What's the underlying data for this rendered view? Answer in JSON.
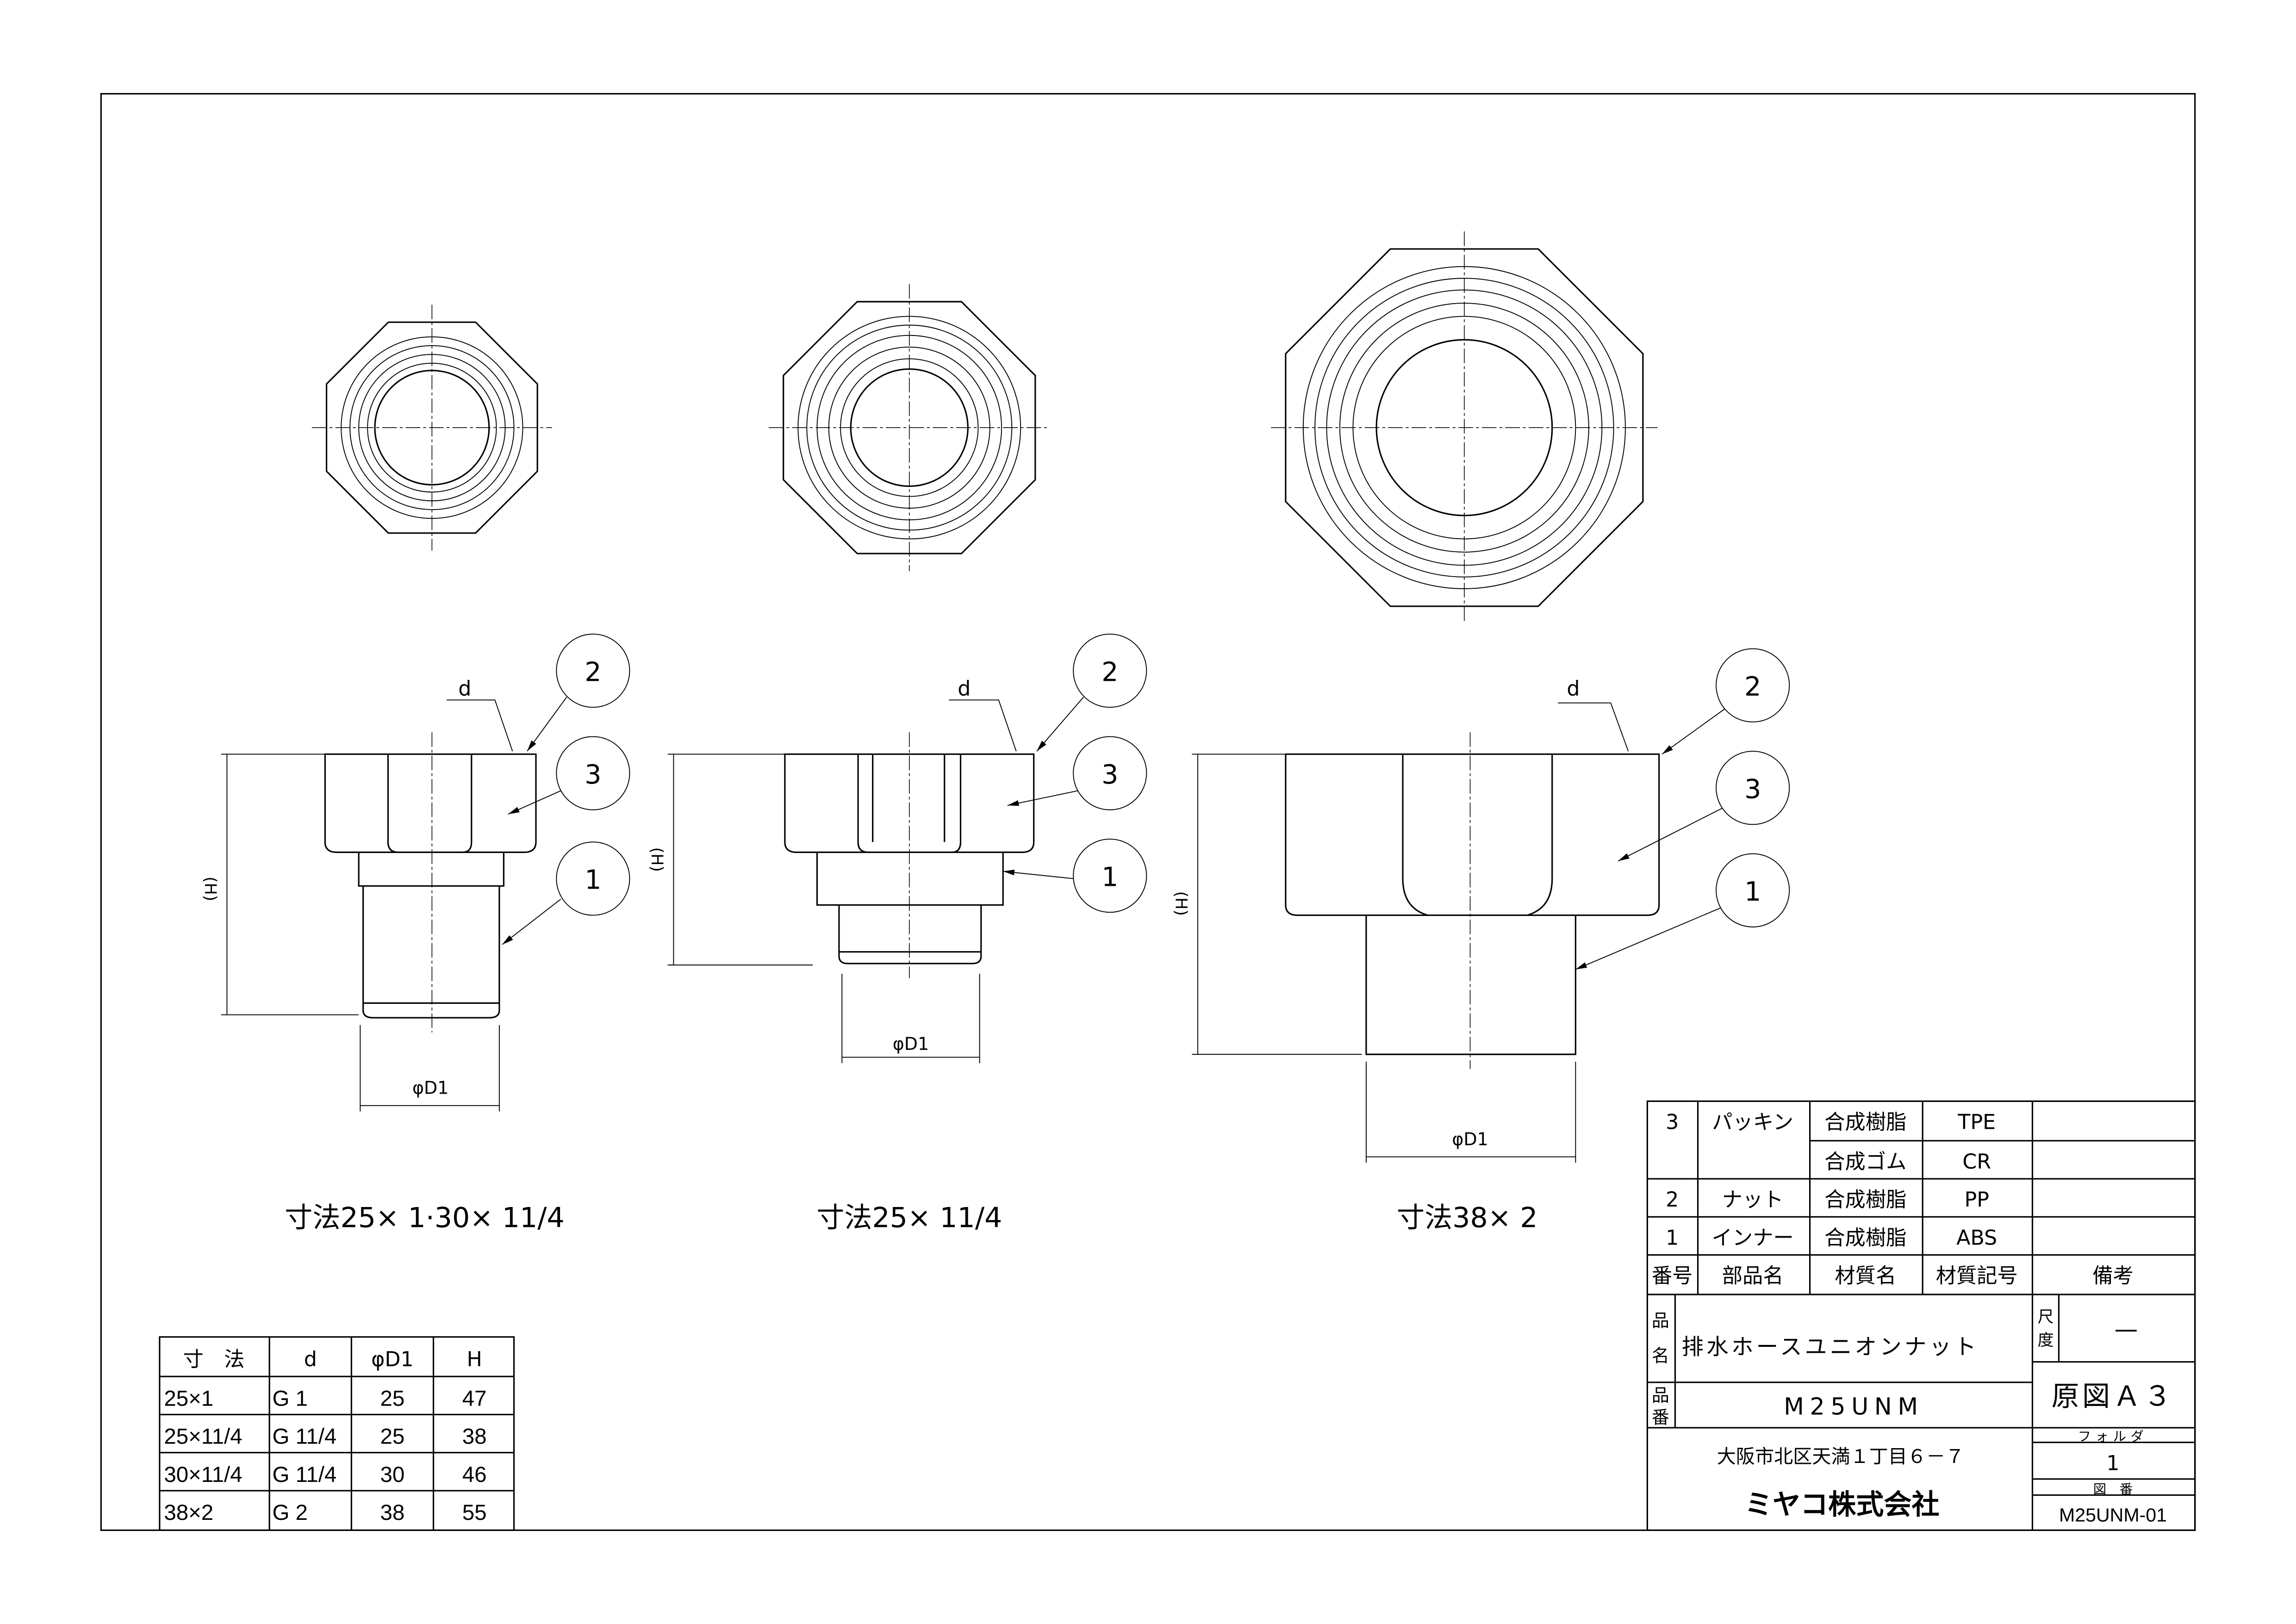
{
  "views": [
    {
      "label": "寸法25× 1·30× 11/4",
      "d": "d",
      "h": "(H)",
      "d1": "φD1",
      "balloons": [
        "2",
        "3",
        "1"
      ]
    },
    {
      "label": "寸法25× 11/4",
      "d": "d",
      "h": "(H)",
      "d1": "φD1",
      "balloons": [
        "2",
        "3",
        "1"
      ]
    },
    {
      "label": "寸法38× 2",
      "d": "d",
      "h": "(H)",
      "d1": "φD1",
      "balloons": [
        "2",
        "3",
        "1"
      ]
    }
  ],
  "dim_table": {
    "headers": [
      "寸　法",
      "d",
      "φD1",
      "H"
    ],
    "rows": [
      [
        "25×1",
        "G 1",
        "25",
        "47"
      ],
      [
        "25×11/4",
        "G 11/4",
        "25",
        "38"
      ],
      [
        "30×11/4",
        "G 11/4",
        "30",
        "46"
      ],
      [
        "38×2",
        "G 2",
        "38",
        "55"
      ]
    ]
  },
  "parts_list": {
    "rows": [
      {
        "no": "3",
        "name": "パッキン",
        "material": "合成樹脂",
        "code": "TPE",
        "note": ""
      },
      {
        "no": "",
        "name": "",
        "material": "合成ゴム",
        "code": "CR",
        "note": ""
      },
      {
        "no": "2",
        "name": "ナット",
        "material": "合成樹脂",
        "code": "PP",
        "note": ""
      },
      {
        "no": "1",
        "name": "インナー",
        "material": "合成樹脂",
        "code": "ABS",
        "note": ""
      }
    ],
    "headers": [
      "番号",
      "部品名",
      "材質名",
      "材質記号",
      "備考"
    ]
  },
  "title_block": {
    "name_label_1": "品",
    "name_label_2": "名",
    "product_name": "排水ホースユニオンナット",
    "code_label_1": "品",
    "code_label_2": "番",
    "product_code": "M25UNM",
    "scale_label_1": "尺",
    "scale_label_2": "度",
    "scale_value": "—",
    "original": "原図Ａ３",
    "address": "大阪市北区天満１丁目６－７",
    "company": "ミヤコ株式会社",
    "folder_label": "フォルダ",
    "folder_value": "1",
    "drawing_no_label": "図　番",
    "drawing_no": "M25UNM-01"
  }
}
